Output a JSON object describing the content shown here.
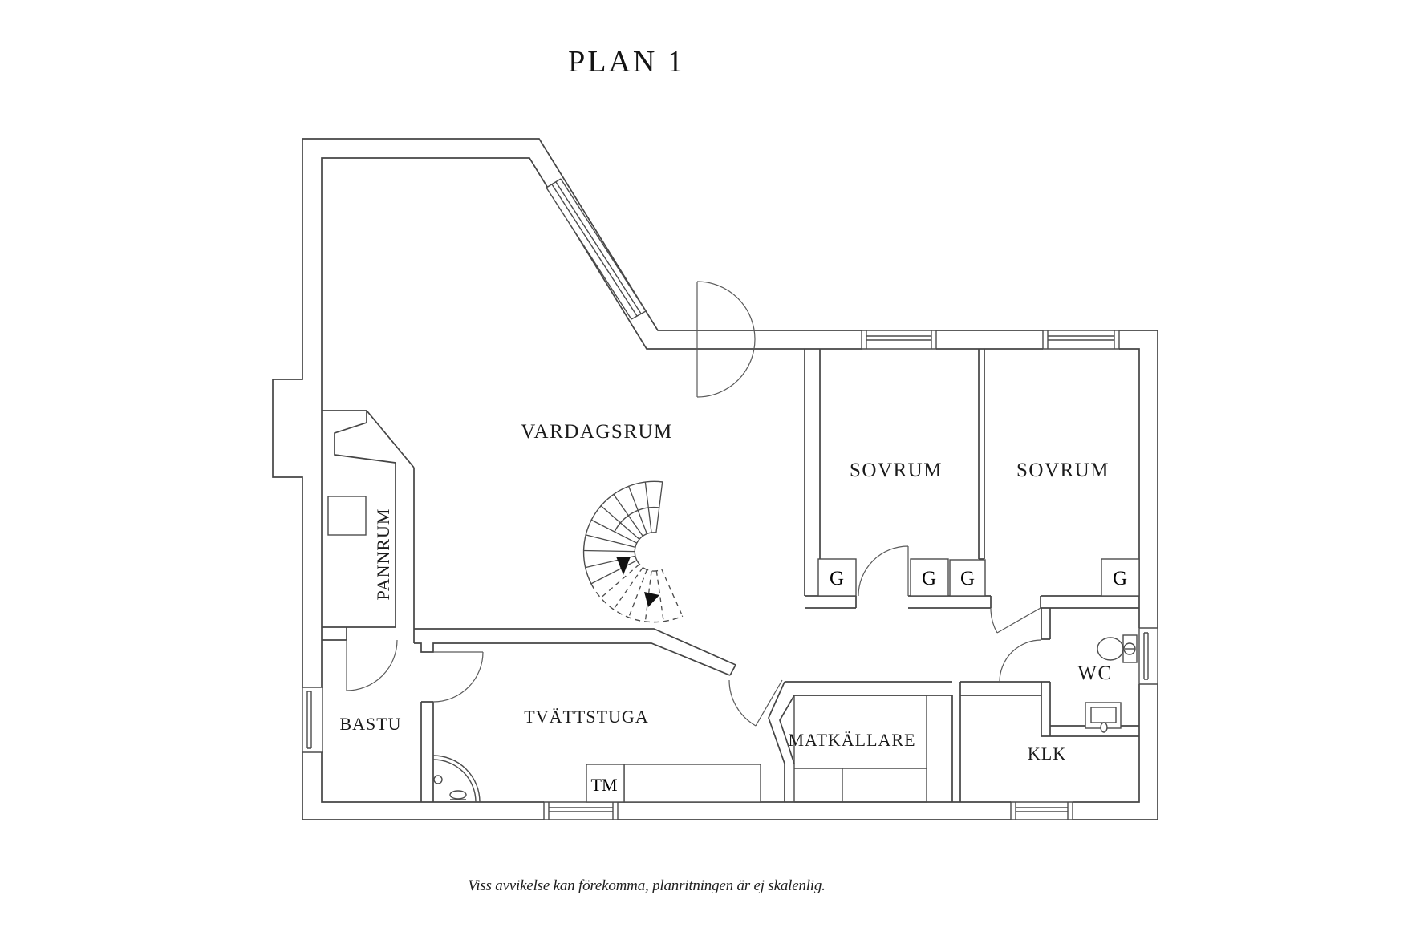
{
  "title": "PLAN 1",
  "caption": "Viss avvikelse kan förekomma, planritningen är ej skalenlig.",
  "rooms": {
    "vardagsrum": {
      "label": "VARDAGSRUM"
    },
    "sovrum_left": {
      "label": "SOVRUM"
    },
    "sovrum_right": {
      "label": "SOVRUM"
    },
    "pannrum": {
      "label": "PANNRUM"
    },
    "bastu": {
      "label": "BASTU"
    },
    "tvattstuga": {
      "label": "TVÄTTSTUGA"
    },
    "matkallare": {
      "label": "MATKÄLLARE"
    },
    "wc": {
      "label": "WC"
    },
    "klk": {
      "label": "KLK"
    }
  },
  "fixtures": {
    "tm": {
      "label": "TM"
    },
    "wardrobes": [
      {
        "label": "G"
      },
      {
        "label": "G"
      },
      {
        "label": "G"
      },
      {
        "label": "G"
      }
    ]
  },
  "colors": {
    "line": "#454545",
    "text": "#1b1b1b",
    "background": "#ffffff"
  }
}
